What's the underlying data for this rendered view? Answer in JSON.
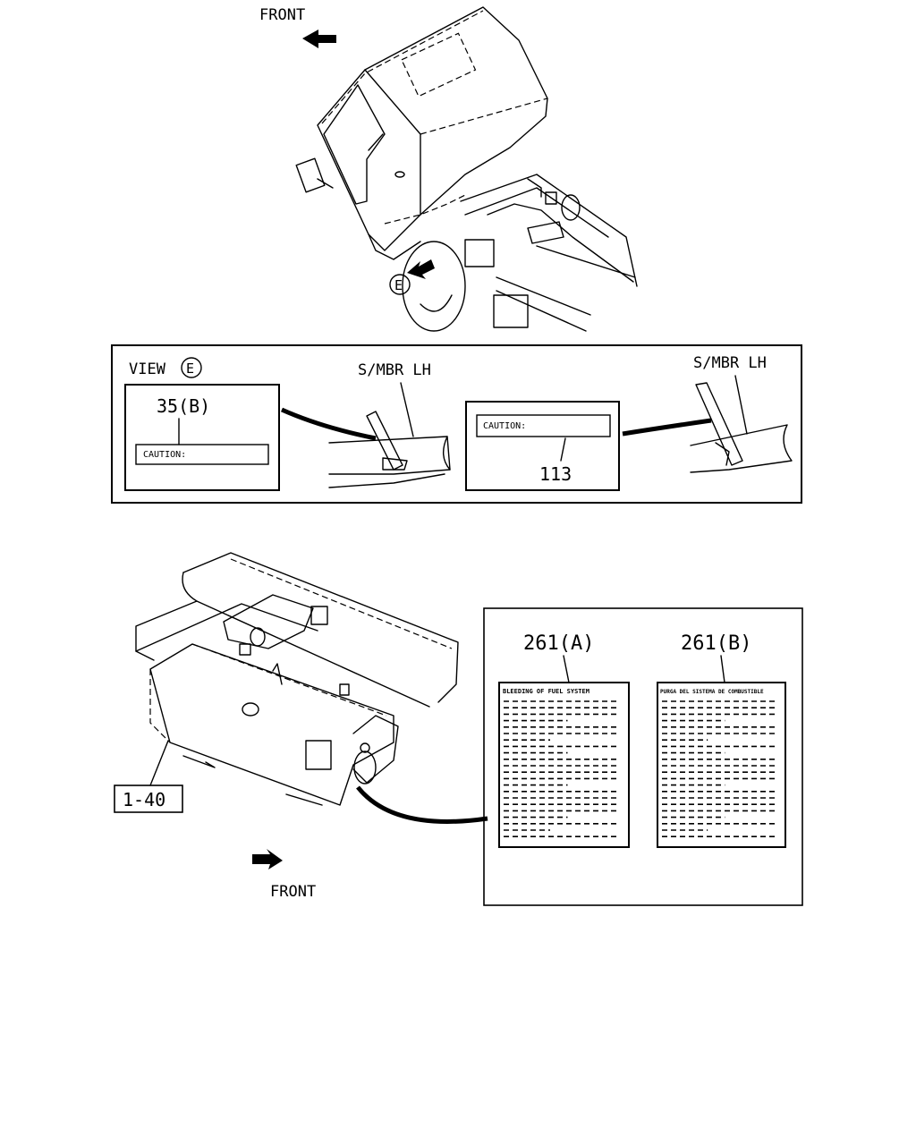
{
  "top": {
    "front_label": "FRONT",
    "view_marker": "E"
  },
  "view_panel": {
    "title": "VIEW",
    "title_marker": "E",
    "left_member_label": "S/MBR LH",
    "right_member_label": "S/MBR LH",
    "decal_left": {
      "part_no": "35(B)",
      "text": "CAUTION:"
    },
    "decal_right": {
      "part_no": "113",
      "text": "CAUTION:"
    }
  },
  "bottom": {
    "front_label": "FRONT",
    "ref_box": "1-40",
    "decal_a": {
      "part_no": "261(A)",
      "header": "BLEEDING OF FUEL SYSTEM"
    },
    "decal_b": {
      "part_no": "261(B)",
      "header": "PURGA DEL SISTEMA DE COMBUSTIBLE"
    }
  }
}
